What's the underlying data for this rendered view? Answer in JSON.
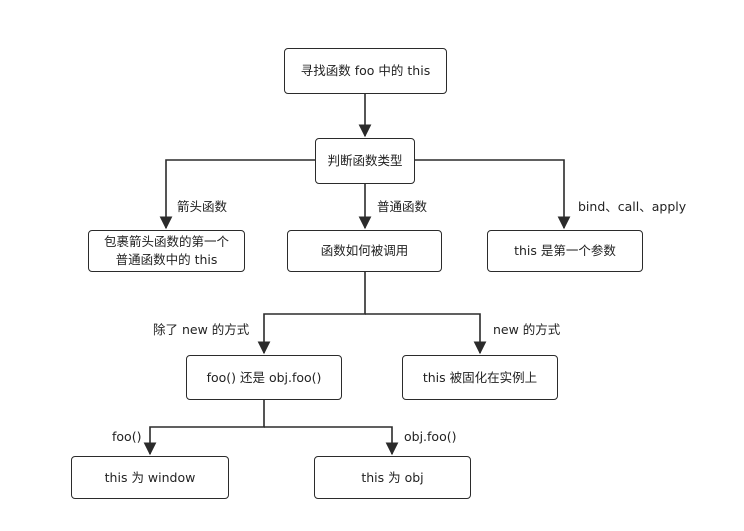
{
  "nodes": {
    "root": "寻找函数 foo 中的 this",
    "judge": "判断函数类型",
    "arrow_fn": [
      "包裹箭头函数的第一个",
      "普通函数中的 this"
    ],
    "how_called": "函数如何被调用",
    "bind_result": "this 是第一个参数",
    "not_new": "foo() 还是 obj.foo()",
    "new_result": "this 被固化在实例上",
    "window_result": "this 为 window",
    "obj_result": "this 为 obj"
  },
  "edge_labels": {
    "arrow": "箭头函数",
    "normal": "普通函数",
    "bind": "bind、call、apply",
    "not_new": "除了 new 的方式",
    "new": "new 的方式",
    "foo_call": "foo()",
    "obj_call": "obj.foo()"
  }
}
